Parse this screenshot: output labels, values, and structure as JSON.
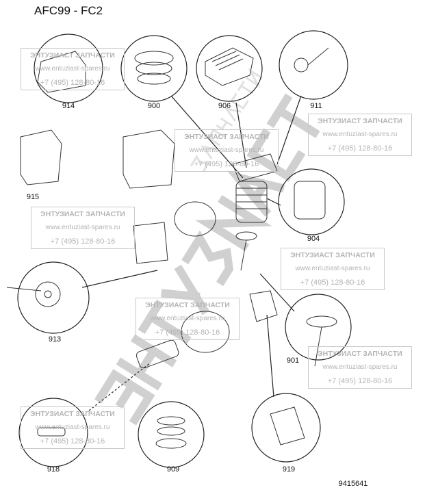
{
  "title": "AFC99 - FC2",
  "parts": [
    {
      "id": "914"
    },
    {
      "id": "900"
    },
    {
      "id": "906"
    },
    {
      "id": "911"
    },
    {
      "id": "915"
    },
    {
      "id": "904"
    },
    {
      "id": "913"
    },
    {
      "id": "901"
    },
    {
      "id": "918"
    },
    {
      "id": "909"
    },
    {
      "id": "919"
    }
  ],
  "drawing_number": "9415641",
  "watermark": {
    "name": "ЭНТУЗИАСТ ЗАПЧАСТИ",
    "site": "www.entuziast-spares.ru",
    "phone": "+7 (495) 128-80-16",
    "big": "ЭНТУЗИАСТ",
    "big2": "ЗАПЧАСТИ"
  }
}
